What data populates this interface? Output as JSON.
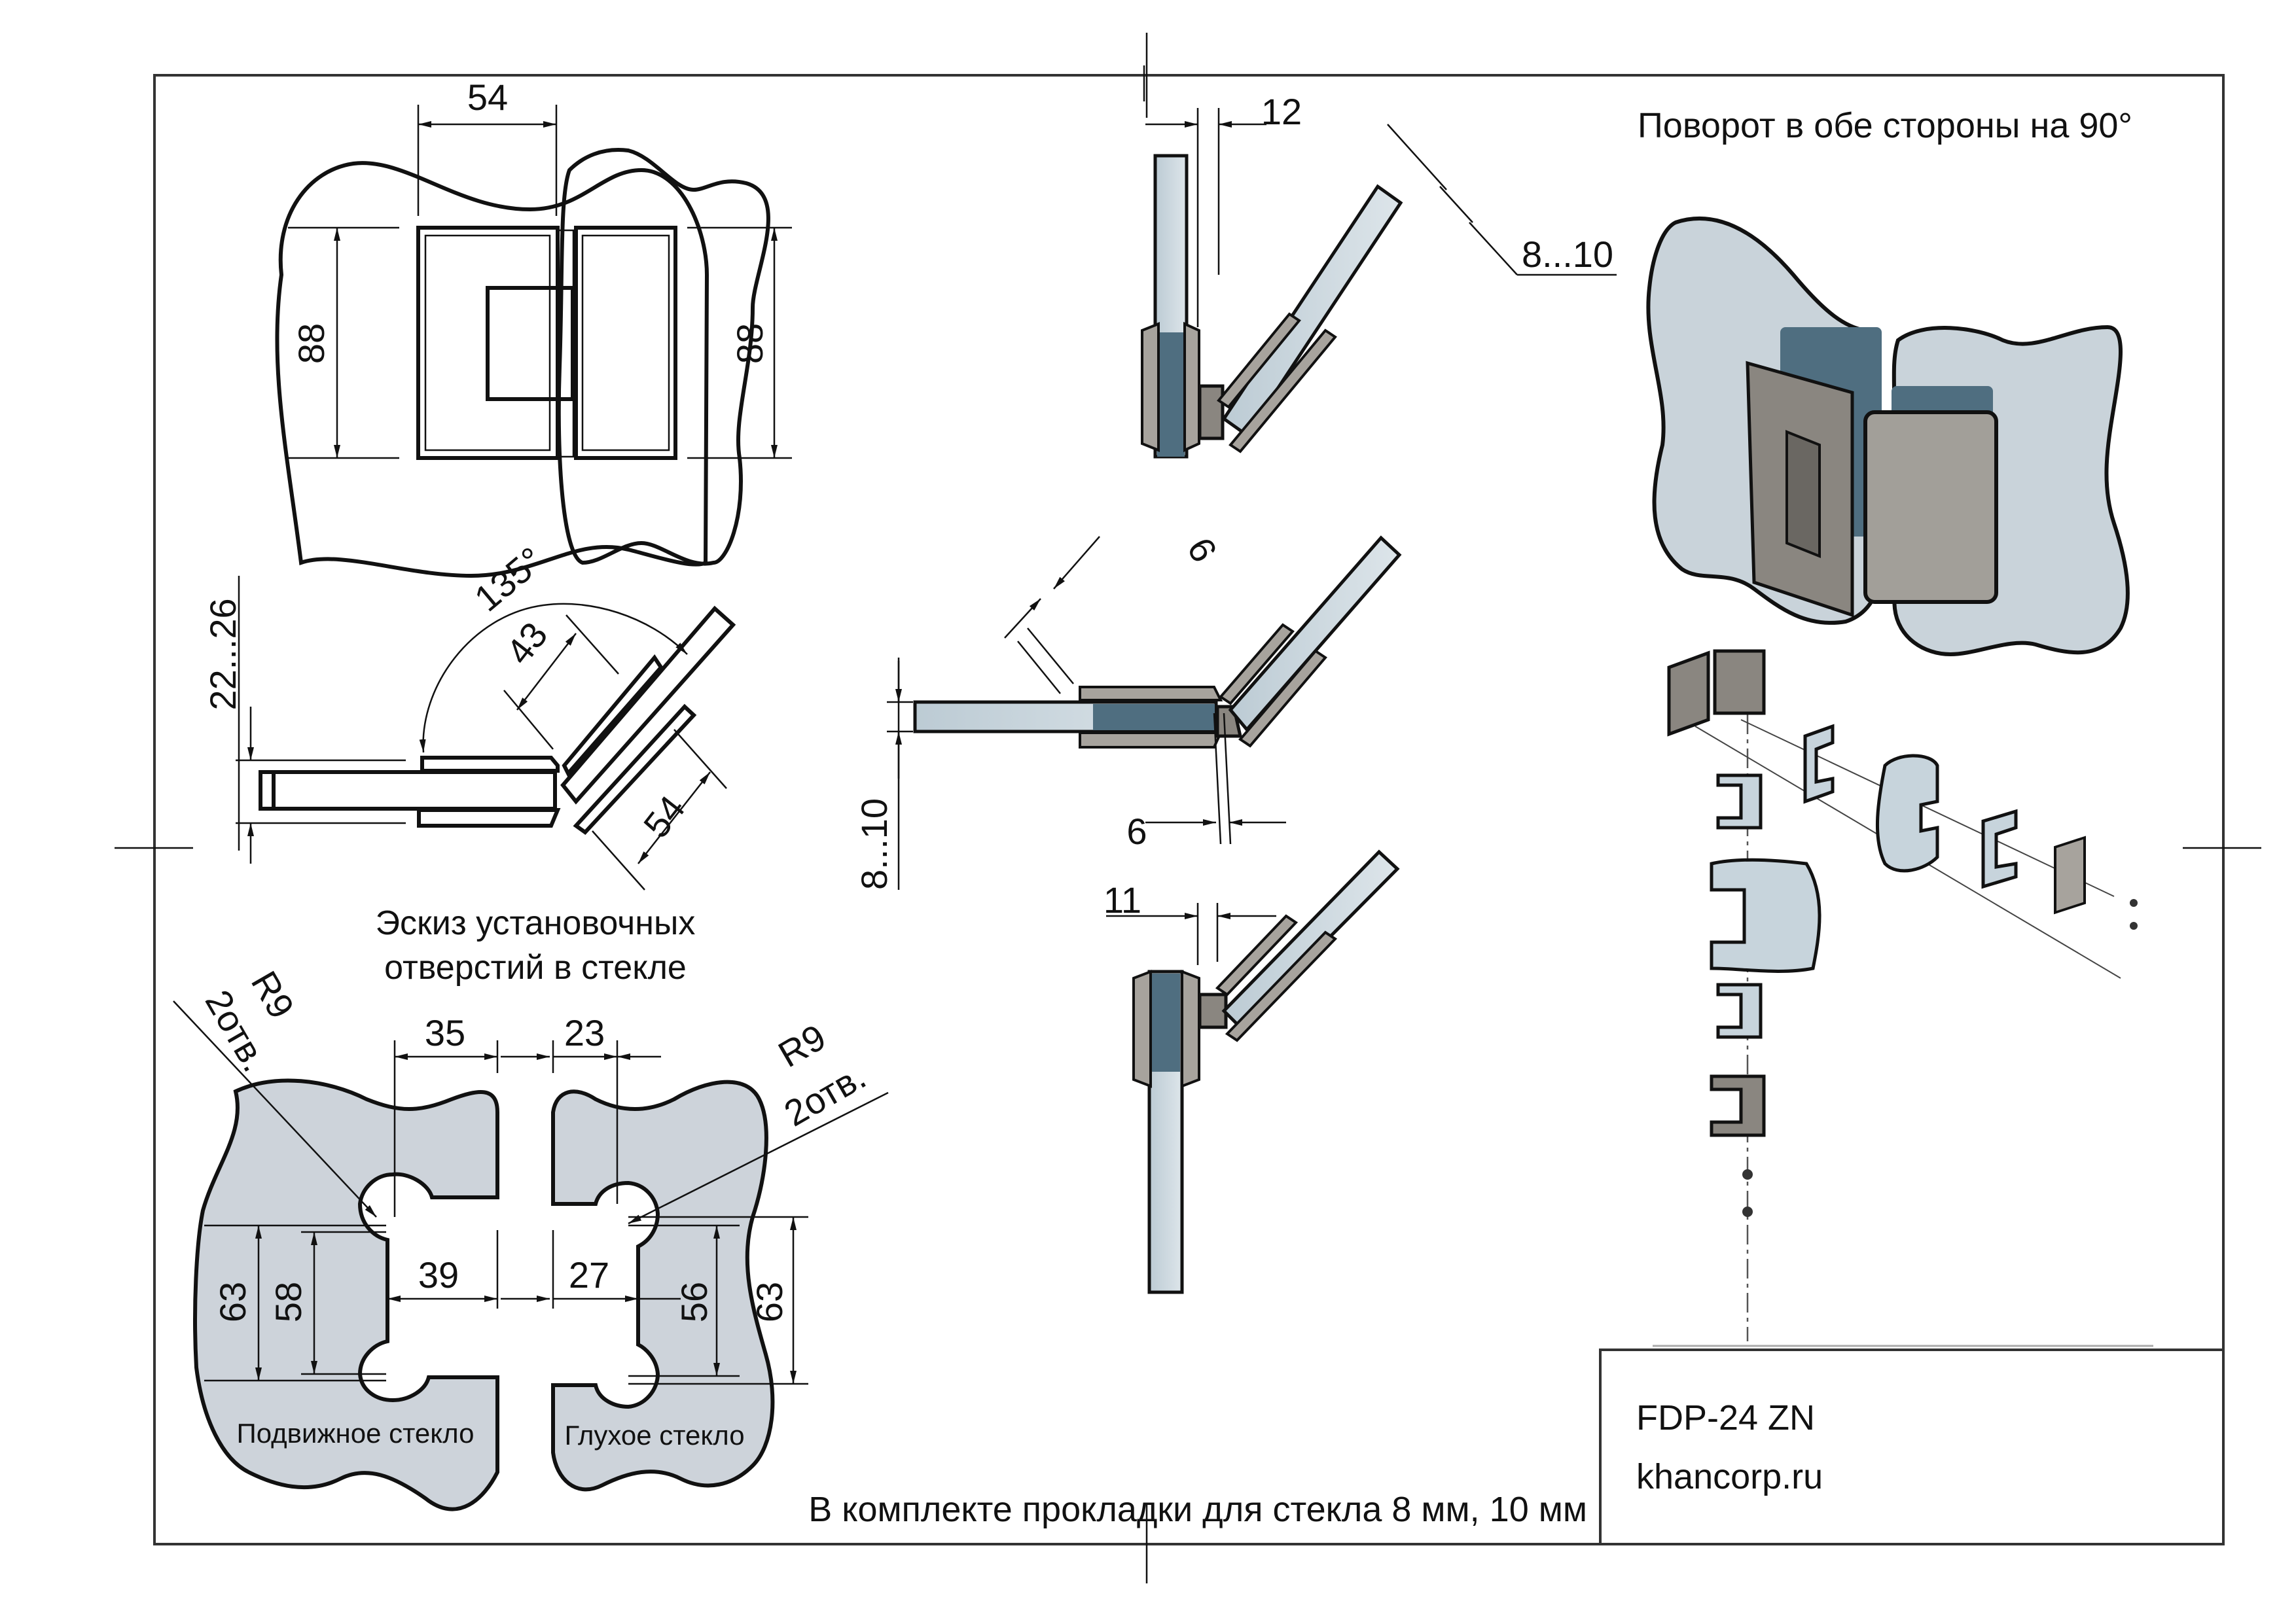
{
  "drawing": {
    "top_view": {
      "dim_width": "54",
      "dim_height_left": "88",
      "dim_height_right": "88"
    },
    "open_view": {
      "dim_thickness": "22...26",
      "dim_angle": "135°",
      "dim_plate_a": "43",
      "dim_plate_b": "54"
    },
    "hole_sketch": {
      "title_line1": "Эскиз установочных",
      "title_line2": "отверстий в стекле",
      "left_radius": "R9",
      "left_holes": "2отв.",
      "right_radius": "R9",
      "right_holes": "2отв.",
      "dim_35": "35",
      "dim_23": "23",
      "dim_39": "39",
      "dim_27": "27",
      "dim_63_left": "63",
      "dim_58": "58",
      "dim_56": "56",
      "dim_63_right": "63",
      "left_glass_label": "Подвижное стекло",
      "right_glass_label": "Глухое стекло"
    },
    "section_views": {
      "top_offset": "12",
      "top_glass": "8...10",
      "mid_offset": "6",
      "mid_glass": "8...10",
      "mid_gap": "6",
      "bottom_offset": "11"
    },
    "iso_view": {
      "caption": "Поворот в обе стороны на 90°"
    },
    "footer": {
      "note": "В комплекте прокладки для стекла 8 мм, 10 мм",
      "model": "FDP-24 ZN",
      "website": "khancorp.ru"
    },
    "colors": {
      "glass": "#cdd3da",
      "glass_tint": "#4f6e80",
      "metal": "#8a8680",
      "line": "#111111"
    }
  }
}
